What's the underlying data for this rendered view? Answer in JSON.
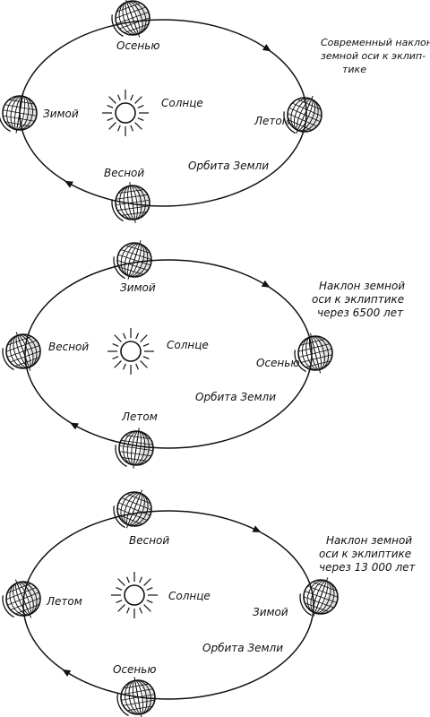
{
  "colors": {
    "ink": "#111111",
    "paper": "#ffffff"
  },
  "icons": {
    "sun": "sun-icon",
    "globe": "earth-globe-icon",
    "arrow": "orbit-direction-arrow-icon"
  },
  "panels": [
    {
      "season_top": "Осенью",
      "season_left": "Зимой",
      "season_right": "Летом",
      "season_bottom": "Весной",
      "sun_label": "Солнце",
      "orbit_label": "Орбита Земли",
      "note_lines": [
        "Современный наклон",
        "земной оси к эклип-",
        "тике"
      ]
    },
    {
      "season_top": "Зимой",
      "season_left": "Весной",
      "season_right": "Осенью",
      "season_bottom": "Летом",
      "sun_label": "Солнце",
      "orbit_label": "Орбита Земли",
      "note_lines": [
        "Наклон земной",
        "оси к эклиптике",
        "через 6500 лет"
      ]
    },
    {
      "season_top": "Весной",
      "season_left": "Летом",
      "season_right": "Зимой",
      "season_bottom": "Осенью",
      "sun_label": "Солнце",
      "orbit_label": "Орбита Земли",
      "note_lines": [
        "Наклон земной",
        "оси к эклиптике",
        "через 13 000 лет"
      ]
    }
  ]
}
